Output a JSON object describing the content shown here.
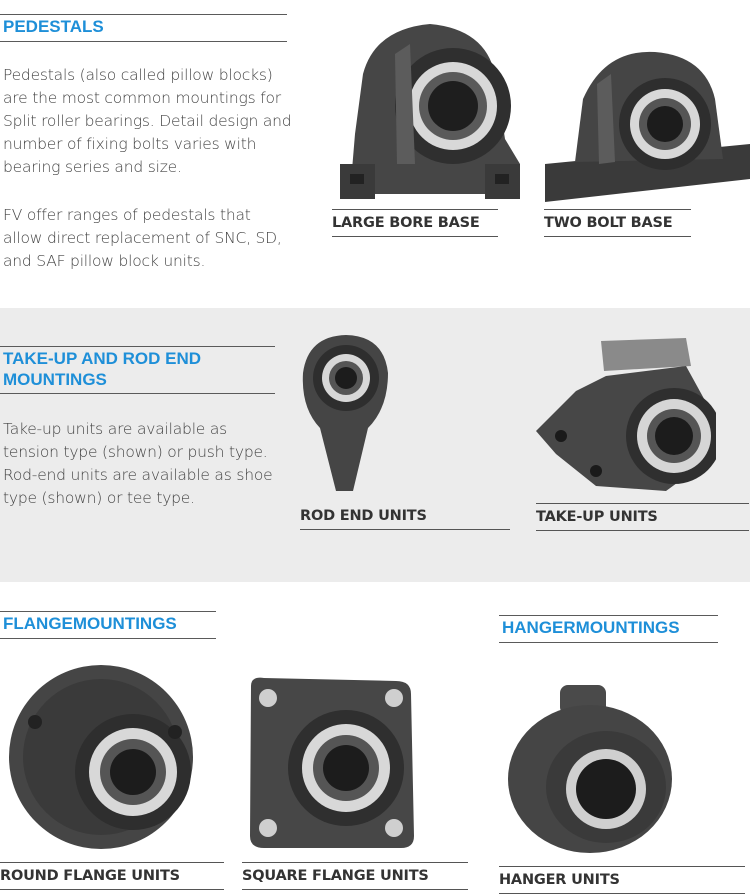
{
  "pedestals": {
    "title": "PEDESTALS",
    "para1": "Pedestals (also called pillow blocks) are the most common mountings for Split roller bearings. Detail design and number of fixing bolts varies with bearing series and size.",
    "para2": "FV offer ranges of pedestals that allow direct replacement of SNC, SD, and SAF pillow block units.",
    "captions": [
      "LARGE BORE BASE",
      "TWO BOLT BASE"
    ]
  },
  "takeup": {
    "title": "TAKE-UP AND ROD END MOUNTINGS",
    "para": "Take-up units are available as tension type (shown) or push type. Rod-end units are available as shoe type (shown) or tee type.",
    "captions": [
      "ROD END UNITS",
      "TAKE-UP UNITS"
    ]
  },
  "flange": {
    "title": "FLANGEMOUNTINGS",
    "captions": [
      "ROUND FLANGE UNITS",
      "SQUARE FLANGE UNITS"
    ]
  },
  "hanger": {
    "title": "HANGERMOUNTINGS",
    "captions": [
      "HANGER UNITS"
    ]
  },
  "colors": {
    "accent": "#1e8fd8",
    "band": "#ececec",
    "metal_dark": "#3e3e3e",
    "metal_light": "#d8d8d8"
  }
}
